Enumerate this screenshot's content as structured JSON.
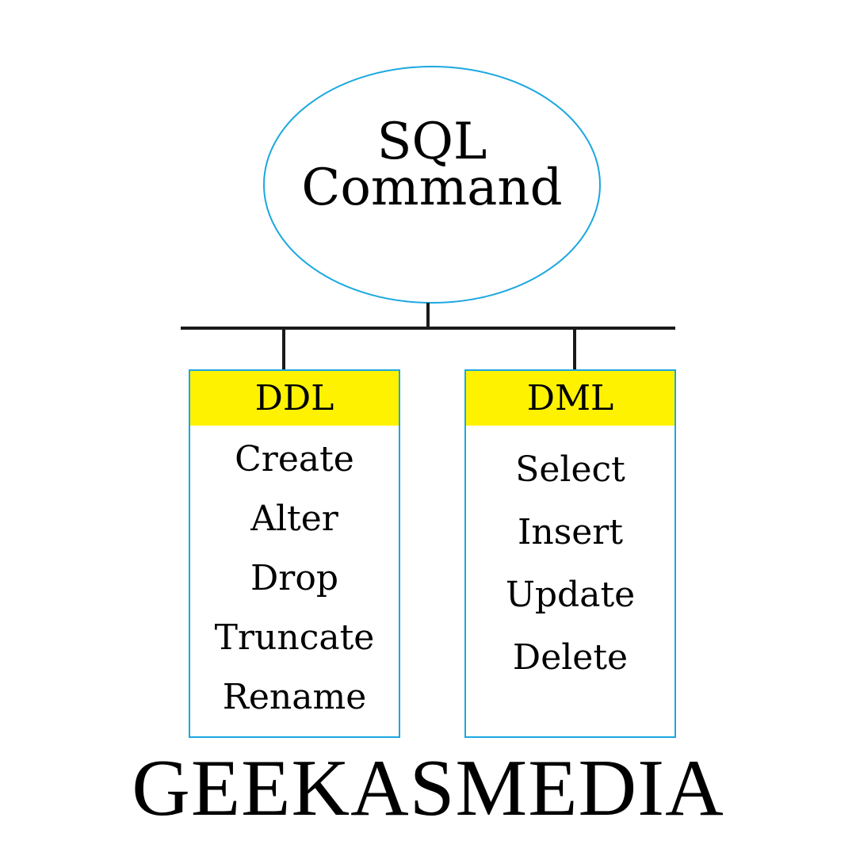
{
  "root": {
    "line1": "SQL",
    "line2": "Command"
  },
  "categories": [
    {
      "title": "DDL",
      "items": [
        "Create",
        "Alter",
        "Drop",
        "Truncate",
        "Rename"
      ]
    },
    {
      "title": "DML",
      "items": [
        "Select",
        "Insert",
        "Update",
        "Delete"
      ]
    }
  ],
  "brand": "GEEKASMEDIA",
  "colors": {
    "outline": "#1aa8e0",
    "header_fill": "#fff200",
    "connector": "#1a1a1a"
  }
}
